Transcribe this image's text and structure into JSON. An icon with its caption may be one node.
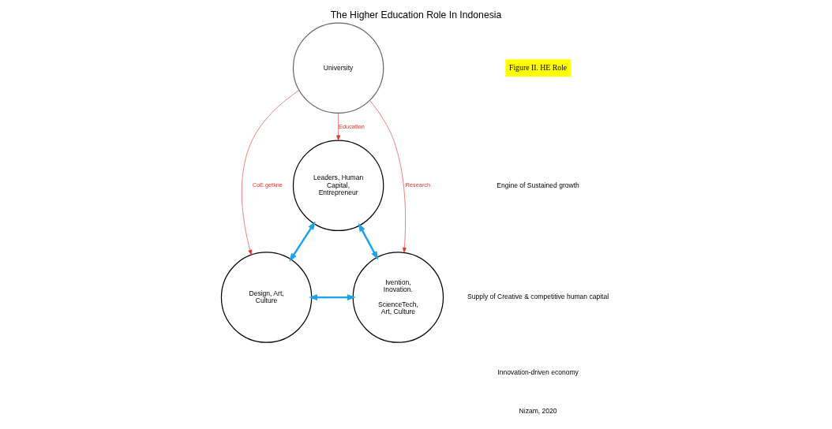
{
  "diagram": {
    "title": "The Higher Education Role In Indonesia",
    "nodes": [
      {
        "text": [
          "Leaders, Human Capital, Entrepreneur"
        ]
      },
      {
        "text": [
          "University"
        ]
      },
      {
        "text": [
          "Design, Art, Culture"
        ]
      },
      {
        "text": [
          "Ivention, Inovation.",
          "ScienceTech, Art, Culture"
        ]
      }
    ],
    "edges": [
      {
        "from": 1,
        "to": 0,
        "label": "Education",
        "arrow": "to",
        "color": "#e03030"
      },
      {
        "from": 1,
        "to": 2,
        "label": "CoE.getkne",
        "arrow": "to",
        "color": "#e03030"
      },
      {
        "from": 1,
        "to": 3,
        "label": "Research",
        "arrow": "to",
        "color": "#e03030"
      },
      {
        "from": 0,
        "to": 2,
        "arrow": "both",
        "style": "thick",
        "color": "#1aa3e8"
      },
      {
        "from": 0,
        "to": 3,
        "arrow": "both",
        "style": "thick",
        "color": "#1aa3e8"
      },
      {
        "from": 2,
        "to": 3,
        "arrow": "both",
        "style": "thick",
        "color": "#1aa3e8"
      }
    ],
    "labels": [
      "Figure II. HE Role",
      "Engine of Sustained growth",
      "Supply of Creative & competitive human capital",
      "Innovation-driven economy",
      "Nizam, 2020"
    ]
  }
}
